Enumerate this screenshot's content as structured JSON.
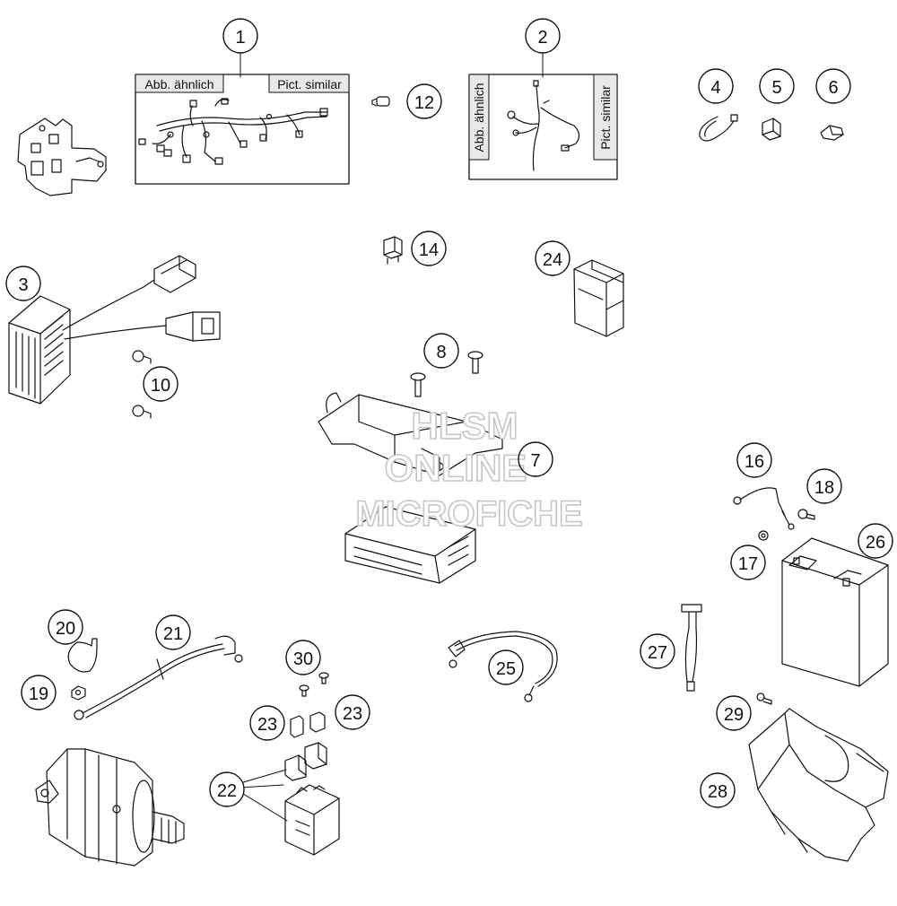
{
  "boxes": {
    "harness_main": {
      "left_label": "Abb. ähnlich",
      "right_label": "Pict. similar"
    },
    "harness_sub": {
      "left_label": "Abb. ähnlich",
      "right_label": "Pict. similar"
    }
  },
  "callouts": {
    "c1": "1",
    "c2": "2",
    "c3": "3",
    "c4": "4",
    "c5": "5",
    "c6": "6",
    "c7": "7",
    "c8": "8",
    "c10": "10",
    "c12": "12",
    "c14": "14",
    "c16": "16",
    "c17": "17",
    "c18": "18",
    "c19": "19",
    "c20": "20",
    "c21": "21",
    "c22": "22",
    "c23a": "23",
    "c23b": "23",
    "c24": "24",
    "c25": "25",
    "c26": "26",
    "c27": "27",
    "c28": "28",
    "c29": "29",
    "c30": "30"
  },
  "watermark": {
    "line1": "HLSM",
    "line2": "ONLINE",
    "line3": "MICROFICHE"
  }
}
